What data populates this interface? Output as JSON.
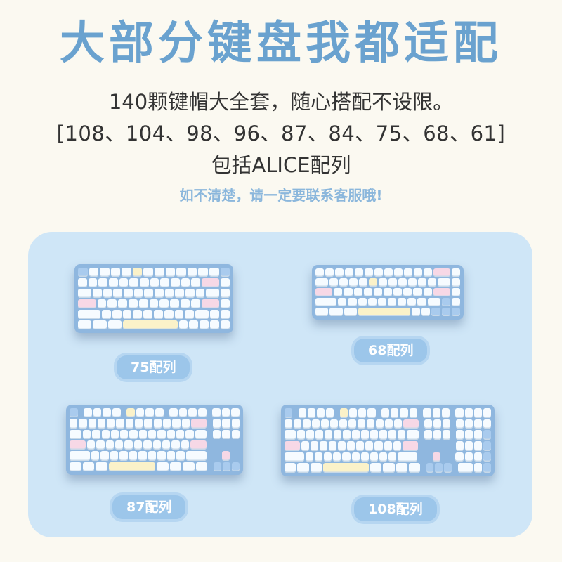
{
  "header": {
    "title": "大部分键盘我都适配",
    "line1": "140颗键帽大全套，随心搭配不设限。",
    "line2": "[108、104、98、96、87、84、75、68、61]",
    "line3": "包括ALICE配列",
    "note": "如不清楚，请一定要联系客服哦!"
  },
  "layouts": {
    "k75": "75配列",
    "k68": "68配列",
    "k87": "87配列",
    "k108": "108配列"
  },
  "colors": {
    "accent": "#6aa2cf",
    "note": "#8bb7dc",
    "panel": "#cfe6f7",
    "case": "#8fb7df"
  }
}
